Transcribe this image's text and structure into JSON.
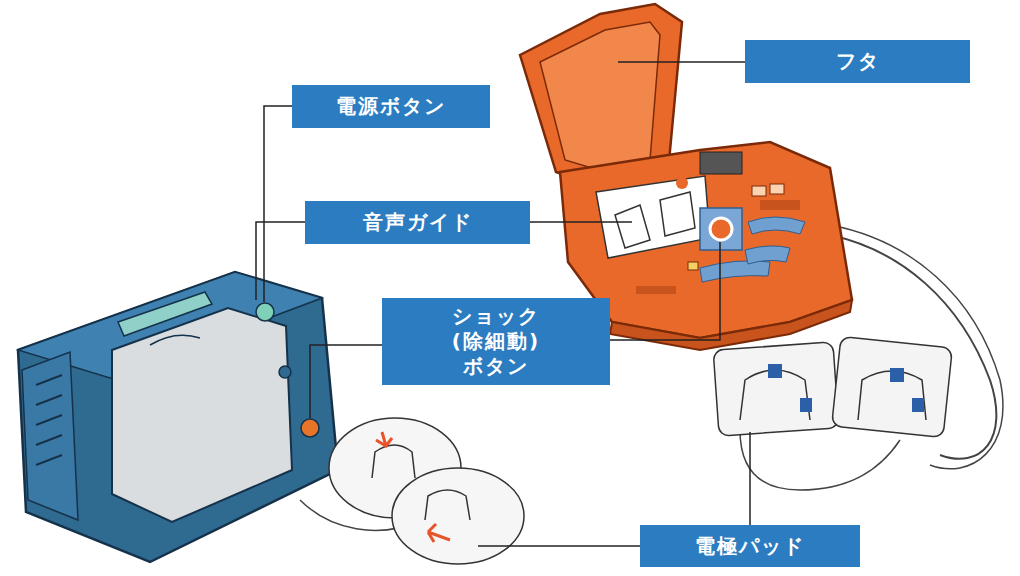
{
  "diagram": {
    "nodes": [
      {
        "text": [
          "フタ"
        ]
      },
      {
        "text": [
          "電源ボタン"
        ]
      },
      {
        "text": [
          "音声ガイド"
        ]
      },
      {
        "text": [
          "ショック(除細動) ボタン"
        ]
      },
      {
        "text": [
          "電極パッド"
        ]
      }
    ]
  }
}
